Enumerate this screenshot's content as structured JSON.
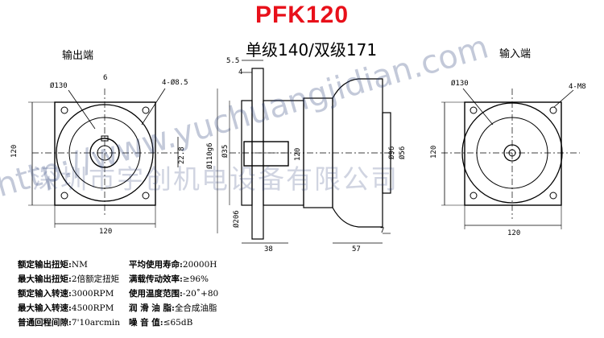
{
  "title": "PFK120",
  "subtitle": "单级140/双级171",
  "views": {
    "output_end_label": "输出端",
    "input_end_label": "输入端"
  },
  "dimensions": {
    "out_circle": "Ø130",
    "out_key": "6",
    "out_holes": "4-Ø8.5",
    "out_height": "120",
    "out_key_h": "22.8",
    "out_width": "120",
    "side_55": "5.5",
    "side_4": "4",
    "side_110": "Ø110g6",
    "side_35": "Ø35",
    "side_120": "120",
    "side_206": "Ø206",
    "side_38": "38",
    "side_96": "Ø96",
    "side_56": "Ø56",
    "side_57": "57",
    "side_7": "7",
    "in_circle": "Ø130",
    "in_holes": "4-M8",
    "in_height": "120",
    "in_width": "120"
  },
  "specs": [
    {
      "k1": "额定输出扭矩:",
      "v1": "NM",
      "k2": "平均使用寿命:",
      "v2": "20000H"
    },
    {
      "k1": "最大输出扭矩:",
      "v1": "2倍额定扭矩",
      "k2": "满载传动效率:",
      "v2": "≥96%"
    },
    {
      "k1": "额定输入转速:",
      "v1": "3000RPM",
      "k2": "使用温度范围:",
      "v2": "-20˚+80"
    },
    {
      "k1": "最大输入转速:",
      "v1": "4500RPM",
      "k2": "润 滑 油 脂:",
      "v2": "全合成油脂"
    },
    {
      "k1": "普通回程间隙:",
      "v1": "7'10arcmin",
      "k2": "噪 音 值:",
      "v2": "≤65dB"
    }
  ],
  "watermarks": {
    "url": "http://www.yuchuangjidian.com",
    "company": "深圳市宇创机电设备有限公司"
  },
  "colors": {
    "title": "#e8101a",
    "lines": "#000000",
    "watermark": "#3c5078"
  }
}
